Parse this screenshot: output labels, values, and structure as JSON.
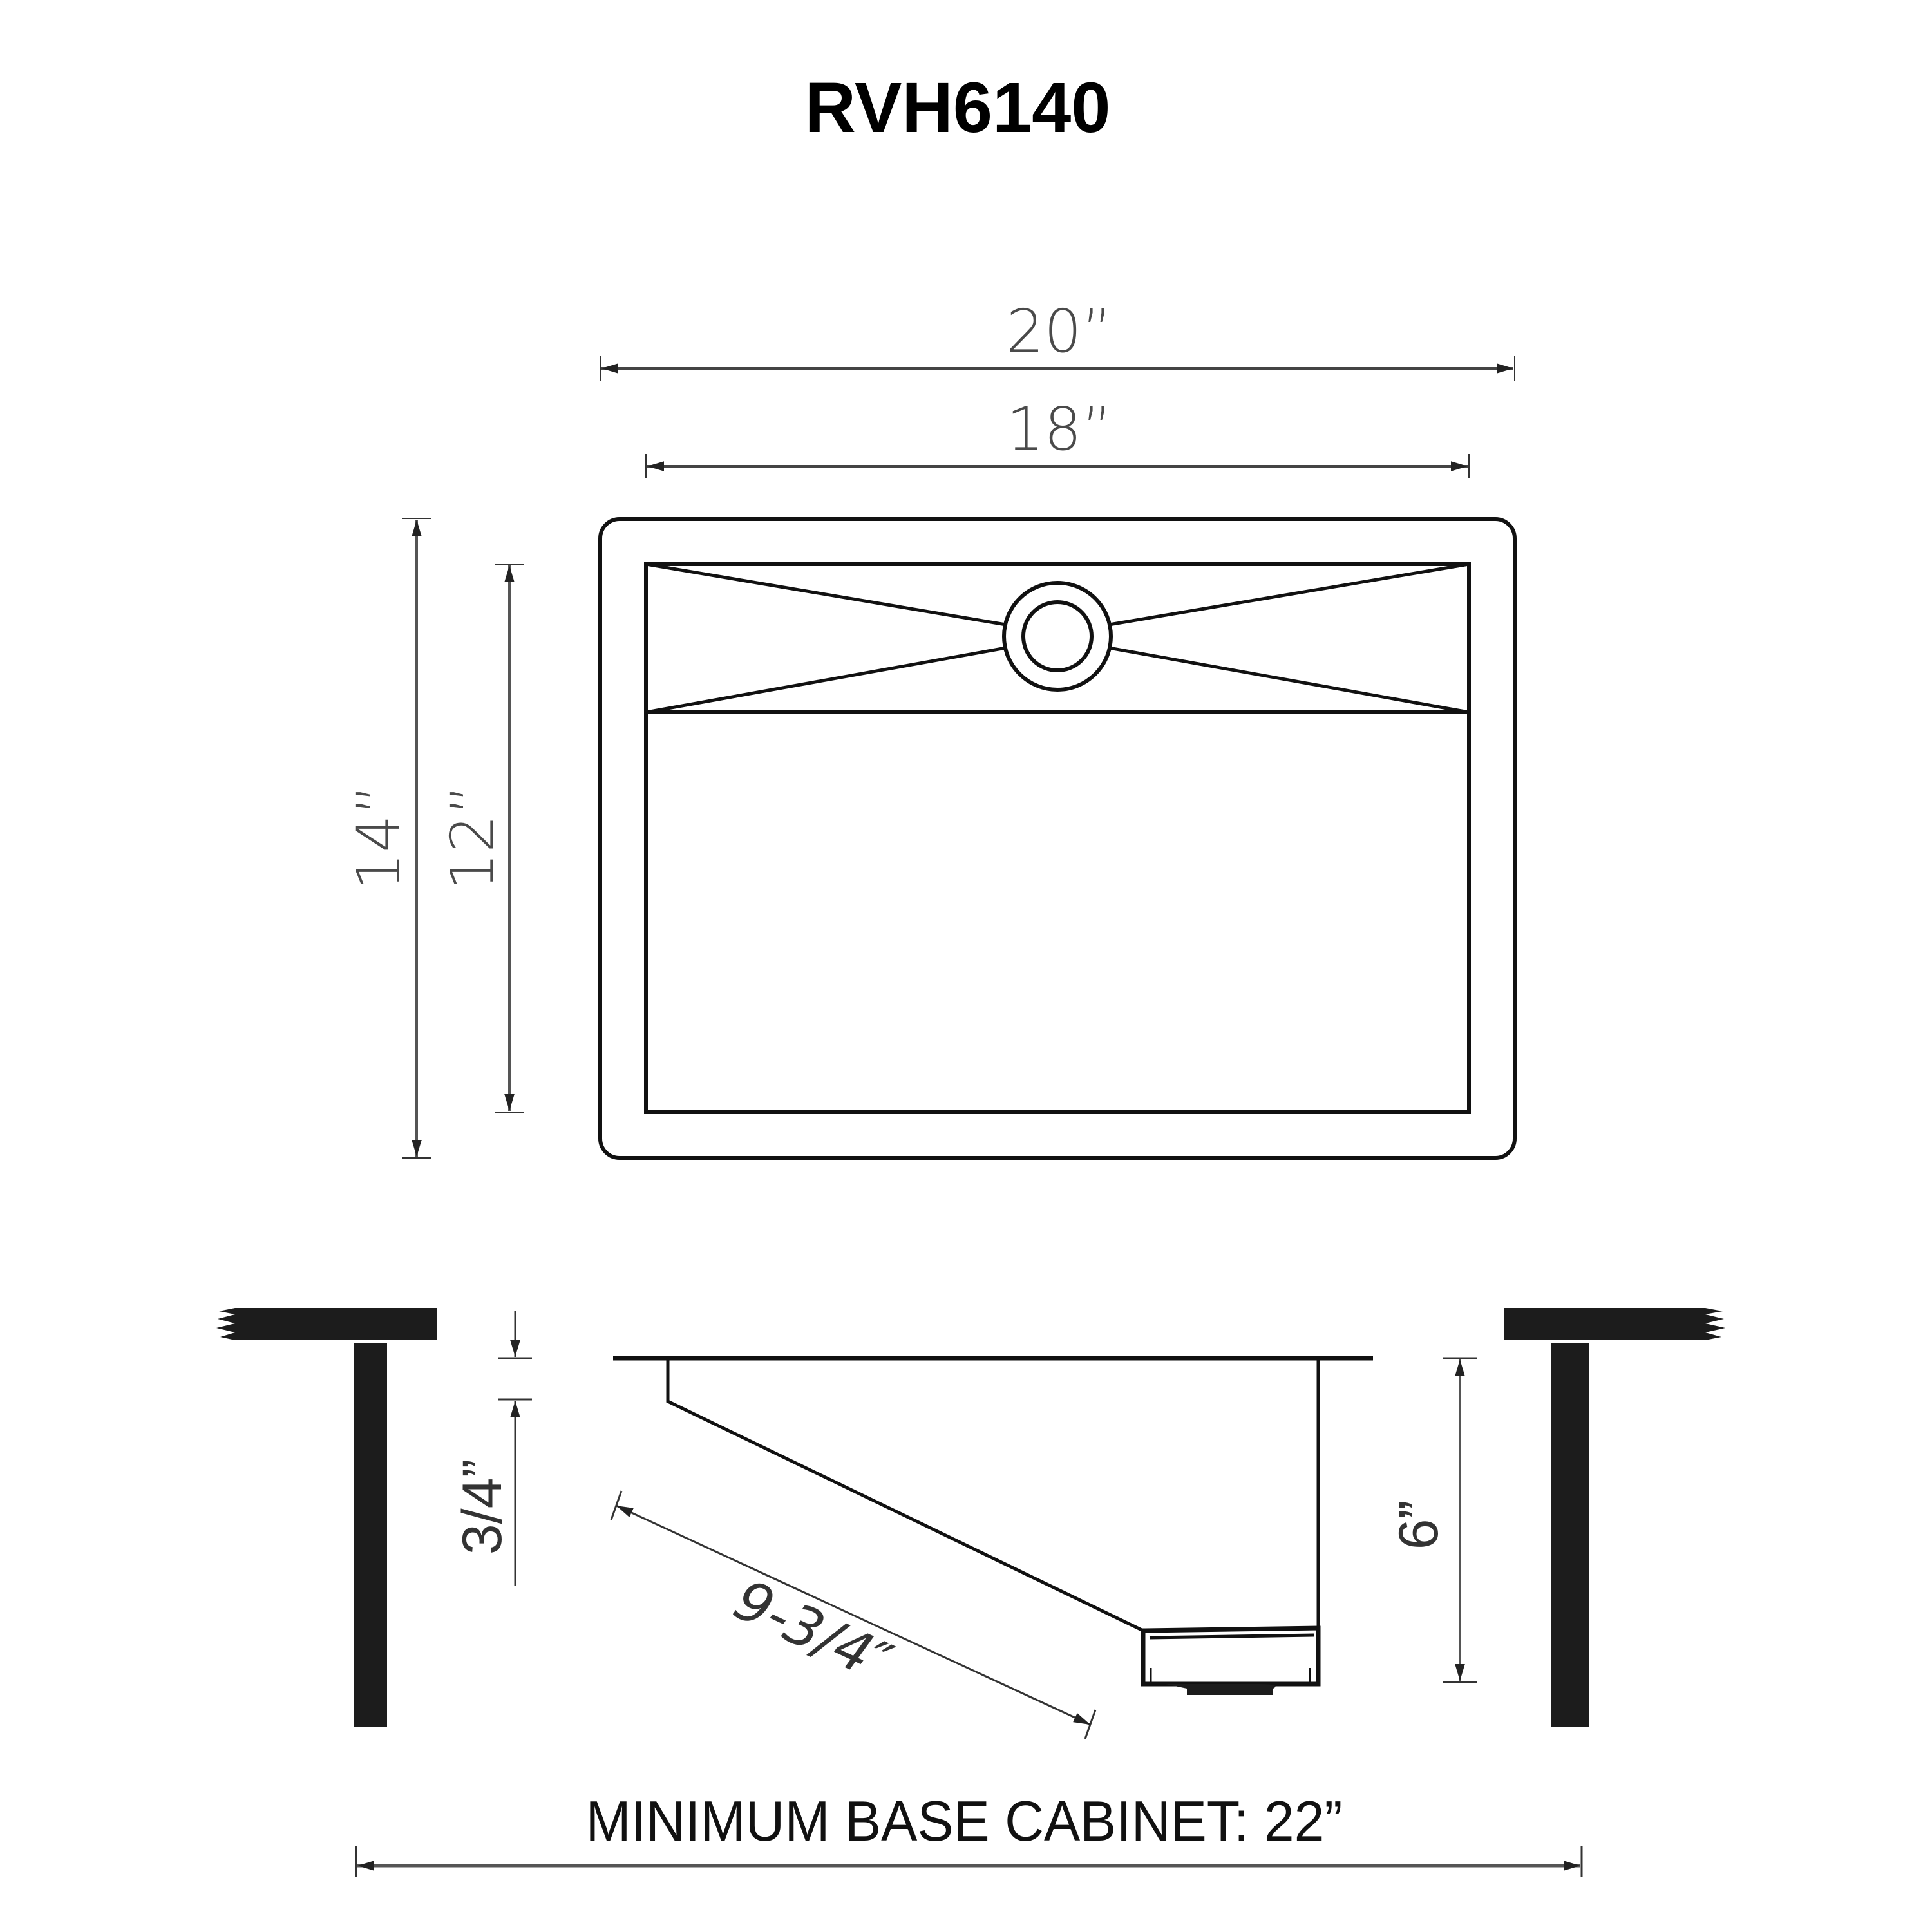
{
  "title": "RVH6140",
  "colors": {
    "ink": "#111111",
    "dimension_text": "#4a4a4a",
    "dimension_line": "#333333",
    "background": "#ffffff"
  },
  "top_view": {
    "overall_width": "20”",
    "bowl_width": "18”",
    "overall_depth": "14”",
    "bowl_depth": "12”",
    "drain": "drain-icon"
  },
  "side_view": {
    "flange_to_counter": "3/4”",
    "sloped_floor_length": "9-3/4″",
    "bowl_height": "6”"
  },
  "footer": {
    "cabinet_label": "MINIMUM BASE CABINET: 22”"
  }
}
